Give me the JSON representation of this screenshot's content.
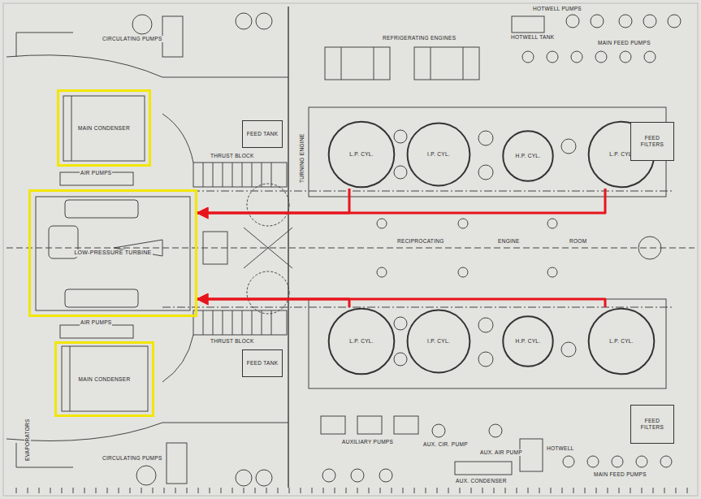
{
  "diagram": {
    "nodes": [
      {
        "text": [
          "MAIN CONDENSER"
        ]
      },
      {
        "text": [
          "FEED TANK"
        ]
      },
      {
        "text": [
          "L.P. CYL."
        ]
      },
      {
        "text": [
          "I.P. CYL."
        ]
      },
      {
        "text": [
          "H.P. CYL."
        ]
      },
      {
        "text": [
          "L.P. CYL."
        ]
      },
      {
        "text": [
          "FEED FILTERS"
        ]
      },
      {
        "text": [
          "LOW-PRESSURE TURBINE"
        ]
      },
      {
        "text": [
          "MAIN CONDENSER"
        ]
      },
      {
        "text": [
          "FEED TANK"
        ]
      },
      {
        "text": [
          "L.P. CYL."
        ]
      },
      {
        "text": [
          "I.P. CYL."
        ]
      },
      {
        "text": [
          "H.P. CYL."
        ]
      },
      {
        "text": [
          "L.P. CYL."
        ]
      },
      {
        "text": [
          "FEED FILTERS"
        ]
      }
    ],
    "edges": [
      {
        "from": 2,
        "to": 7,
        "arrow": "to"
      },
      {
        "from": 5,
        "to": 7,
        "arrow": "to"
      },
      {
        "from": 10,
        "to": 7,
        "arrow": "to"
      },
      {
        "from": 13,
        "to": 7,
        "arrow": "to"
      }
    ],
    "labels": [
      "CIRCULATING PUMPS",
      "REFRIGERATING ENGINES",
      "HOTWELL PUMPS",
      "HOTWELL TANK",
      "MAIN FEED PUMPS",
      "AIR PUMPS",
      "THRUST BLOCK",
      "TURNING ENGINE",
      "RECIPROCATING",
      "ENGINE",
      "ROOM",
      "AIR PUMPS",
      "THRUST BLOCK",
      "AUXILIARY PUMPS",
      "AUX. CIR. PUMP",
      "AUX. AIR PUMP",
      "HOTWELL",
      "AUX. CONDENSER",
      "MAIN FEED PUMPS",
      "CIRCULATING PUMPS",
      "EVAPORATORS"
    ]
  }
}
